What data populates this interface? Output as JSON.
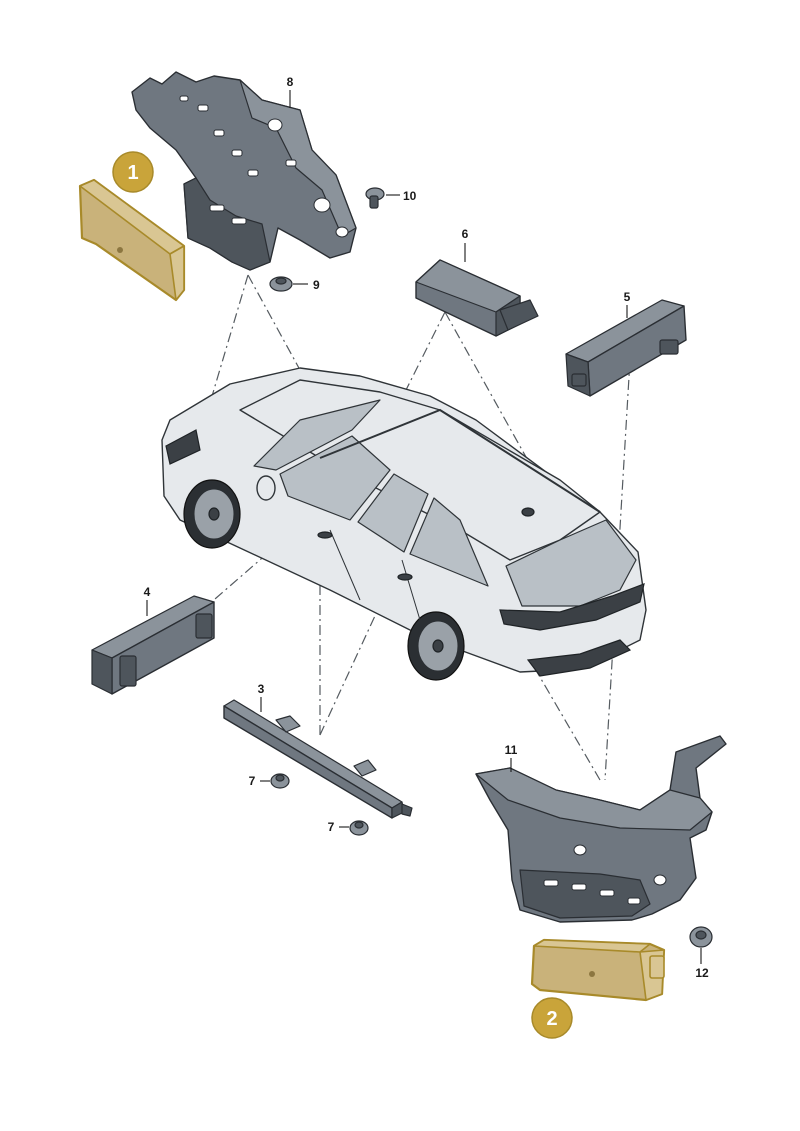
{
  "diagram": {
    "callouts": {
      "p1": "1",
      "p2": "2",
      "p3": "3",
      "p4": "4",
      "p5": "5",
      "p6": "6",
      "p7a": "7",
      "p7b": "7",
      "p8": "8",
      "p9": "9",
      "p10": "10",
      "p11": "11",
      "p12": "12"
    },
    "badge_color": "#c9a43a",
    "highlight_color": "#c9b27a"
  }
}
